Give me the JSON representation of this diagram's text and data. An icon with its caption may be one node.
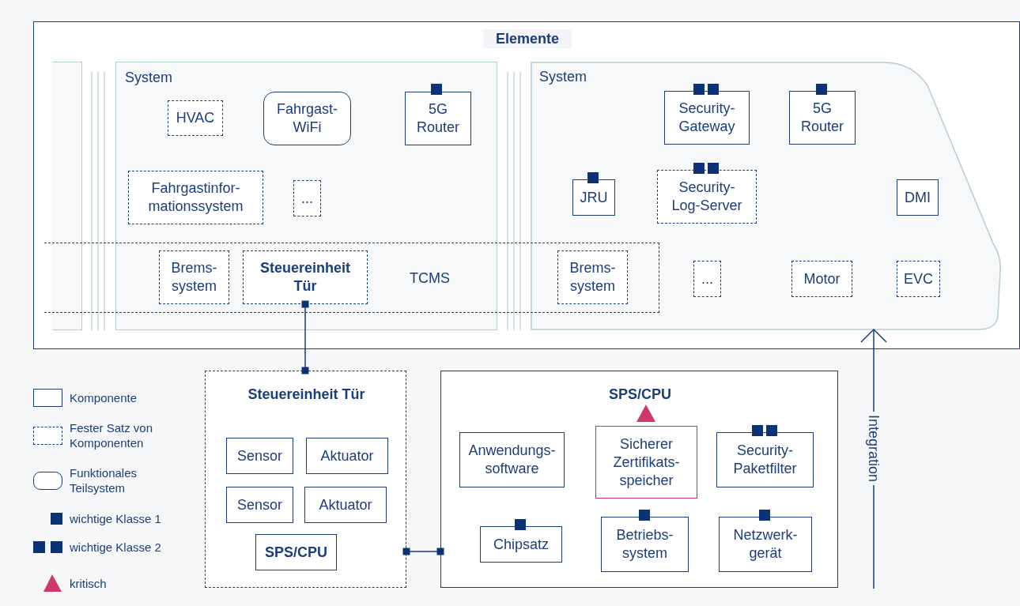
{
  "diagram": {
    "nodes": [
      {
        "text": [
          "Elemente"
        ]
      },
      {
        "text": [
          "System"
        ],
        "in": 0
      },
      {
        "text": [
          "HVAC"
        ],
        "in": 1
      },
      {
        "text": [
          "Fahrgast- WiFi"
        ],
        "in": 1
      },
      {
        "text": [
          "5G Router"
        ],
        "in": 1
      },
      {
        "text": [
          "Fahrgastinfor- mationssystem"
        ],
        "in": 1
      },
      {
        "text": [
          "..."
        ],
        "in": 1
      },
      {
        "text": [
          "System"
        ],
        "in": 0
      },
      {
        "text": [
          "Security- Gateway"
        ],
        "in": 7
      },
      {
        "text": [
          "5G Router"
        ],
        "in": 7
      },
      {
        "text": [
          "JRU"
        ],
        "in": 7
      },
      {
        "text": [
          "Security- Log-Server"
        ],
        "in": 7
      },
      {
        "text": [
          "DMI"
        ],
        "in": 7
      },
      {
        "text": [
          "TCMS"
        ],
        "in": 0
      },
      {
        "text": [
          "Brems- system"
        ]
      },
      {
        "text": [
          "Steuereinheit Tür"
        ]
      },
      {
        "text": [
          "Brems- system"
        ]
      },
      {
        "text": [
          "..."
        ],
        "in": 7
      },
      {
        "text": [
          "Motor"
        ],
        "in": 7
      },
      {
        "text": [
          "EVC"
        ],
        "in": 7
      },
      {
        "text": [
          "Steuereinheit Tür"
        ]
      },
      {
        "text": [
          "Sensor"
        ],
        "in": 20
      },
      {
        "text": [
          "Aktuator"
        ],
        "in": 20
      },
      {
        "text": [
          "Sensor"
        ],
        "in": 20
      },
      {
        "text": [
          "Aktuator"
        ],
        "in": 20
      },
      {
        "text": [
          "SPS/CPU"
        ],
        "in": 20
      },
      {
        "text": [
          "SPS/CPU"
        ]
      },
      {
        "text": [
          "Anwendungs- software"
        ],
        "in": 26
      },
      {
        "text": [
          "Sicherer Zertifikats- speicher"
        ],
        "in": 26
      },
      {
        "text": [
          "Security- Paketfilter"
        ],
        "in": 26
      },
      {
        "text": [
          "Chipsatz"
        ],
        "in": 26
      },
      {
        "text": [
          "Betriebs- system"
        ],
        "in": 26
      },
      {
        "text": [
          "Netzwerk- gerät"
        ],
        "in": 26
      }
    ],
    "edges": [
      {
        "from": 15,
        "to": 20,
        "arrow": "other"
      },
      {
        "from": 20,
        "to": 26,
        "arrow": "other"
      },
      {
        "from": null,
        "to": 7,
        "arrow": "to",
        "label": "Integration"
      }
    ],
    "legend": [
      {
        "text": "Komponente"
      },
      {
        "text": "Fester Satz von Komponenten"
      },
      {
        "text": "Funktionales Teilsystem"
      },
      {
        "text": "wichtige Klasse 1"
      },
      {
        "text": "wichtige Klasse 2"
      },
      {
        "text": "kritisch"
      }
    ]
  }
}
